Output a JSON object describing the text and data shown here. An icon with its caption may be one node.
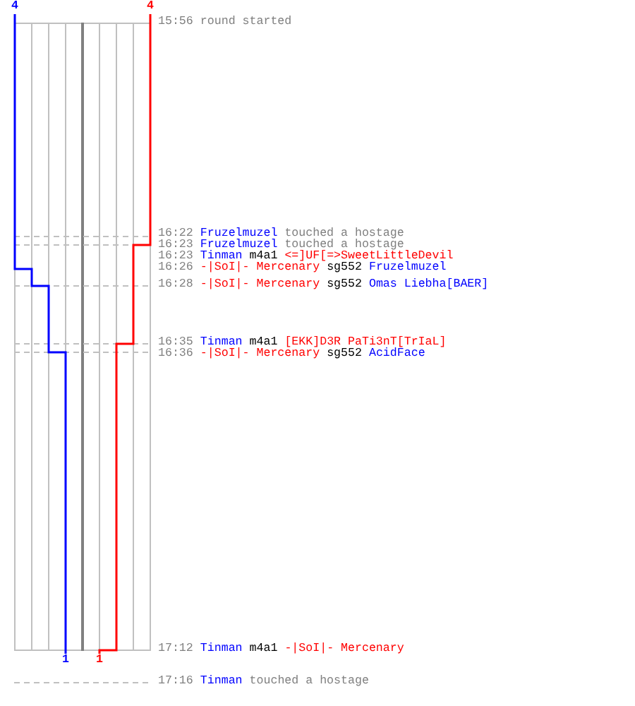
{
  "diagram": {
    "labels": [
      "4",
      "4",
      "15:56",
      "round started",
      "16:22",
      "Fruzelmuzel",
      "touched a hostage",
      "16:23",
      "Fruzelmuzel",
      "touched a hostage",
      "16:23",
      "Tinman",
      "m4a1",
      "<=]UF[=>SweetLittleDevil",
      "16:26",
      "-|SoI|- Mercenary",
      "sg552",
      "Fruzelmuzel",
      "16:28",
      "-|SoI|- Mercenary",
      "sg552",
      "Omas Liebha[BAER]",
      "16:35",
      "Tinman",
      "m4a1",
      "[EKK]D3R PaTi3nT[TrIaL]",
      "16:36",
      "-|SoI|- Mercenary",
      "sg552",
      "AcidFace",
      "17:12",
      "Tinman",
      "m4a1",
      "-|SoI|- Mercenary",
      "1",
      "1",
      "17:16",
      "Tinman",
      "touched a hostage"
    ]
  }
}
